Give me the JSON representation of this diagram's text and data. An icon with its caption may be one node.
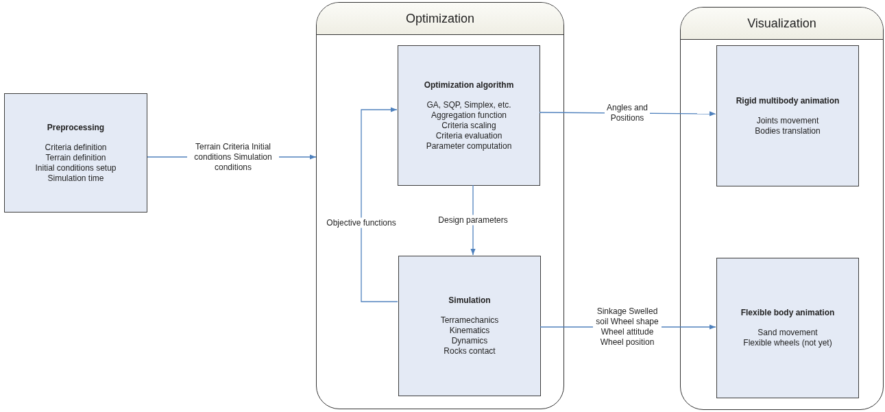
{
  "diagram": {
    "nodes": [
      {
        "text": [
          "Preprocessing",
          "Criteria definition",
          "Terrain definition",
          "Initial conditions setup",
          "Simulation time"
        ]
      },
      {
        "text": [
          "Optimization"
        ]
      },
      {
        "text": [
          "Optimization algorithm",
          "GA, SQP, Simplex, etc.",
          "Aggregation function",
          "Criteria scaling",
          "Criteria evaluation",
          "Parameter computation"
        ],
        "in": 1
      },
      {
        "text": [
          "Simulation",
          "Terramechanics",
          "Kinematics",
          "Dynamics",
          "Rocks contact"
        ],
        "in": 1
      },
      {
        "text": [
          "Visualization"
        ]
      },
      {
        "text": [
          "Rigid multibody animation",
          "Joints movement",
          "Bodies translation"
        ],
        "in": 4
      },
      {
        "text": [
          "Flexible body animation",
          "Sand movement",
          "Flexible wheels (not yet)"
        ],
        "in": 4
      }
    ],
    "edges": [
      {
        "from": 0,
        "to": 1,
        "arrow": "to",
        "label": "Terrain Criteria Initial conditions Simulation conditions"
      },
      {
        "from": 2,
        "to": 5,
        "arrow": "to",
        "label": "Angles and Positions"
      },
      {
        "from": 2,
        "to": 3,
        "arrow": "to",
        "label": "Design parameters"
      },
      {
        "from": 3,
        "to": 2,
        "arrow": "to",
        "label": "Objective functions"
      },
      {
        "from": 3,
        "to": 6,
        "arrow": "to",
        "label": "Sinkage Swelled soil Wheel shape Wheel attitude Wheel position"
      }
    ]
  }
}
